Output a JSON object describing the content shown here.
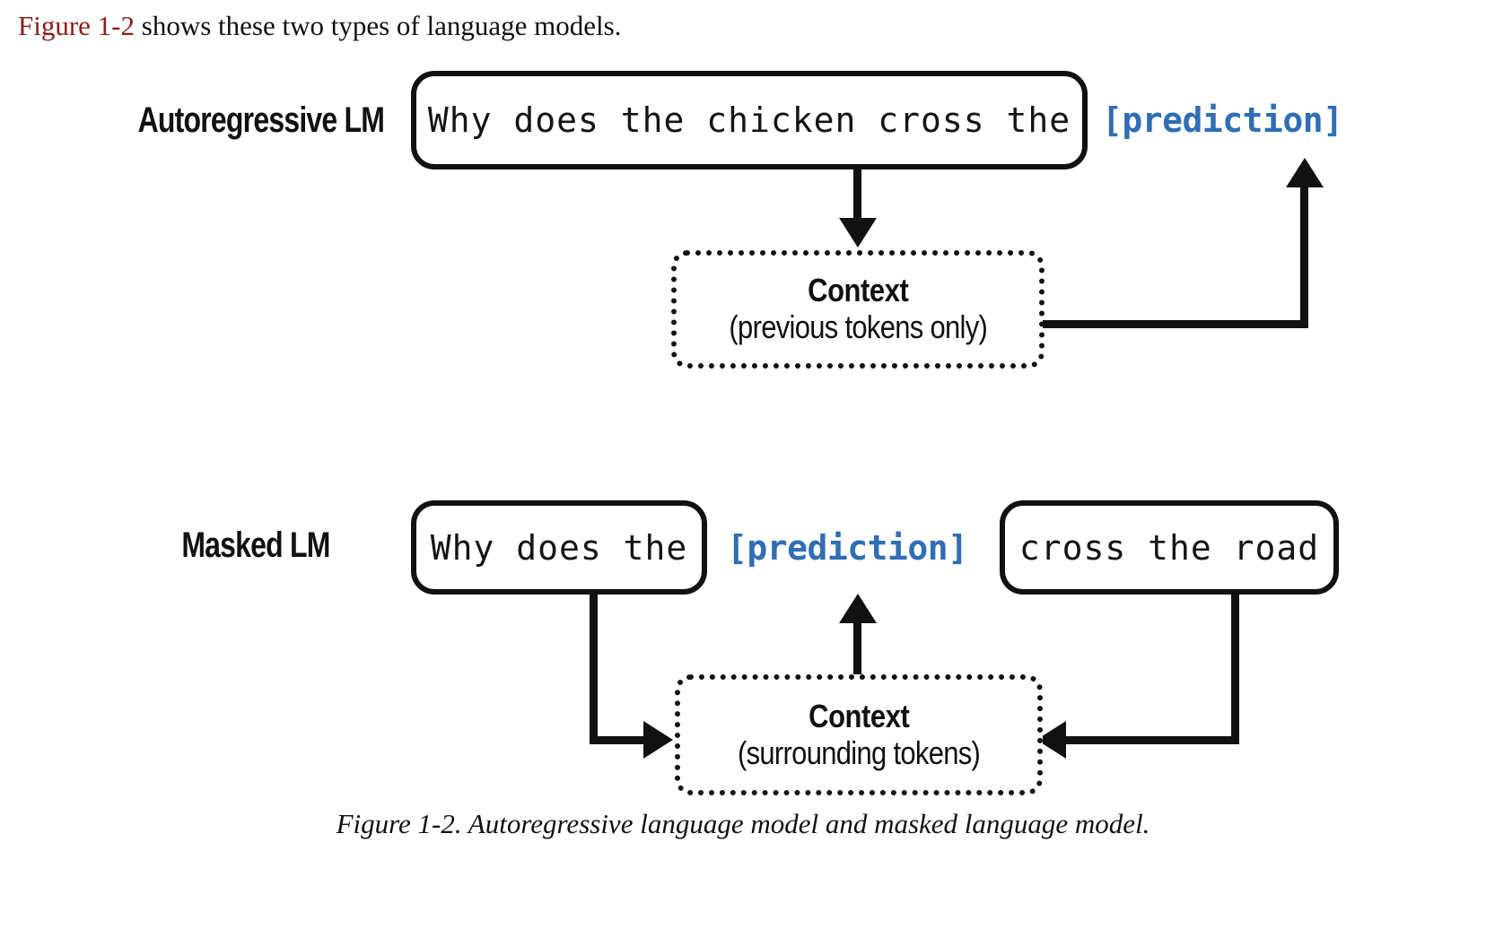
{
  "intro": {
    "figure_ref": "Figure 1-2",
    "rest": " shows these two types of language models."
  },
  "colors": {
    "figure_ref": "#8c1c1c",
    "prediction": "#2f6eb5",
    "stroke": "#111111",
    "background": "#ffffff"
  },
  "diagram": {
    "rows": [
      {
        "label": "Autoregressive LM",
        "input_text": "Why does the chicken cross the",
        "prediction_label": "[prediction]",
        "context_title": "Context",
        "context_subtitle": "(previous tokens only)"
      },
      {
        "label": "Masked LM",
        "left_text": "Why does the",
        "prediction_label": "[prediction]",
        "right_text": "cross the road",
        "context_title": "Context",
        "context_subtitle": "(surrounding tokens)"
      }
    ]
  },
  "caption": "Figure 1-2. Autoregressive language model and masked language model."
}
